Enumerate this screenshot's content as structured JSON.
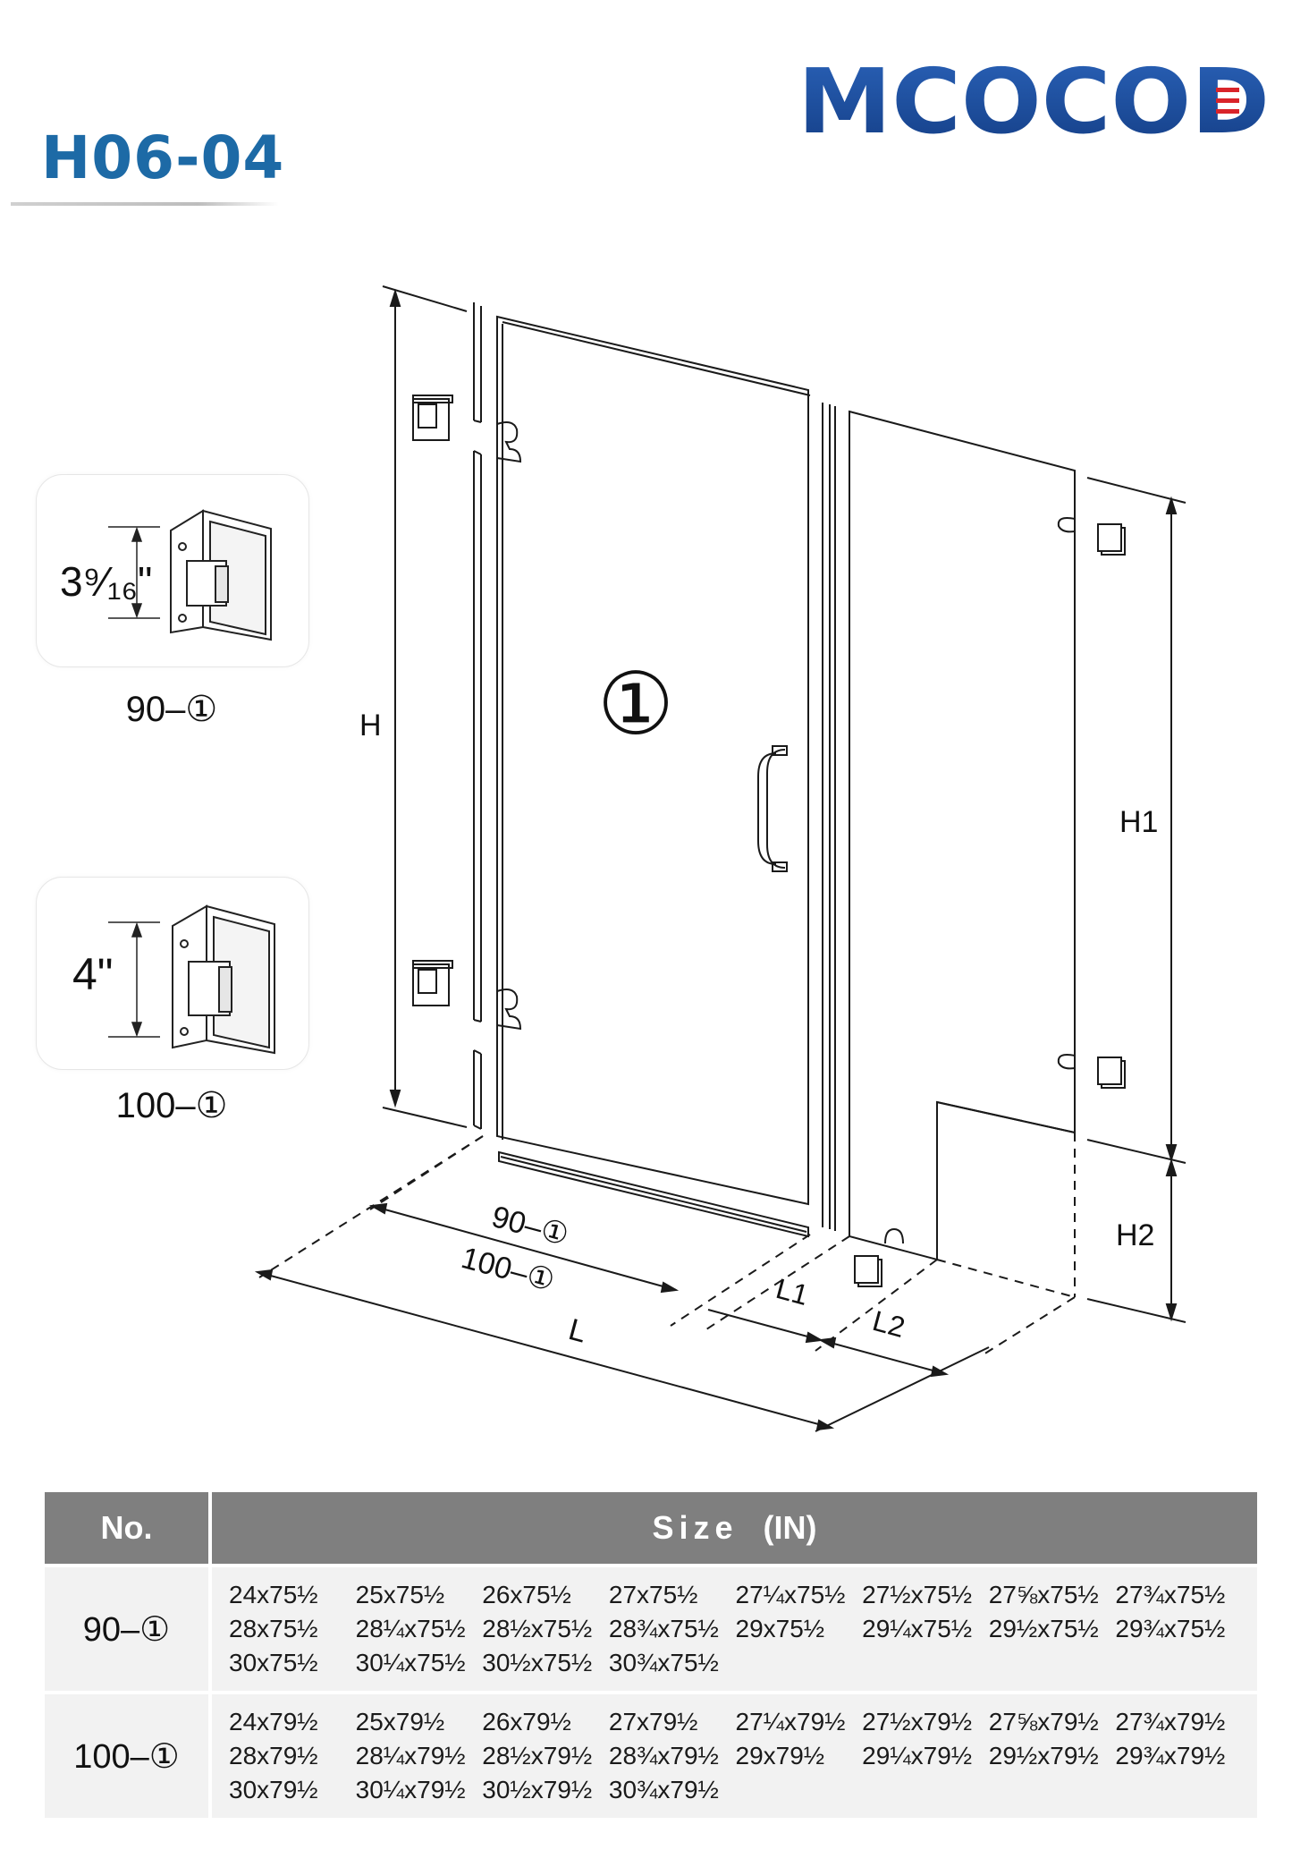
{
  "model": "H06-04",
  "brand": "MCOCOD",
  "colors": {
    "model_blue": "#1d6aa6",
    "brand_blue": "#1a4fa0",
    "brand_red": "#d9242a",
    "table_header": "#7f7f7f",
    "table_body": "#f2f2f2"
  },
  "hinges": [
    {
      "dimension": "3⁹⁄₁₆\"",
      "label": "90–①"
    },
    {
      "dimension": "4\"",
      "label": "100–①"
    }
  ],
  "diagram": {
    "panel_number": "①",
    "dim_H": "H",
    "dim_H1": "H1",
    "dim_H2": "H2",
    "dim_L": "L",
    "dim_L1": "L1",
    "dim_L2": "L2",
    "width_90": "90–①",
    "width_100": "100–①"
  },
  "table": {
    "header_no": "No.",
    "header_size": "Size",
    "header_unit": "(IN)",
    "rows": [
      {
        "no": "90–①",
        "sizes": [
          "24x75½",
          "25x75½",
          "26x75½",
          "27x75½",
          "27¼x75½",
          "27½x75½",
          "27⅝x75½",
          "27¾x75½",
          "28x75½",
          "28¼x75½",
          "28½x75½",
          "28¾x75½",
          "29x75½",
          "29¼x75½",
          "29½x75½",
          "29¾x75½",
          "30x75½",
          "30¼x75½",
          "30½x75½",
          "30¾x75½"
        ]
      },
      {
        "no": "100–①",
        "sizes": [
          "24x79½",
          "25x79½",
          "26x79½",
          "27x79½",
          "27¼x79½",
          "27½x79½",
          "27⅝x79½",
          "27¾x79½",
          "28x79½",
          "28¼x79½",
          "28½x79½",
          "28¾x79½",
          "29x79½",
          "29¼x79½",
          "29½x79½",
          "29¾x79½",
          "30x79½",
          "30¼x79½",
          "30½x79½",
          "30¾x79½"
        ]
      }
    ]
  }
}
